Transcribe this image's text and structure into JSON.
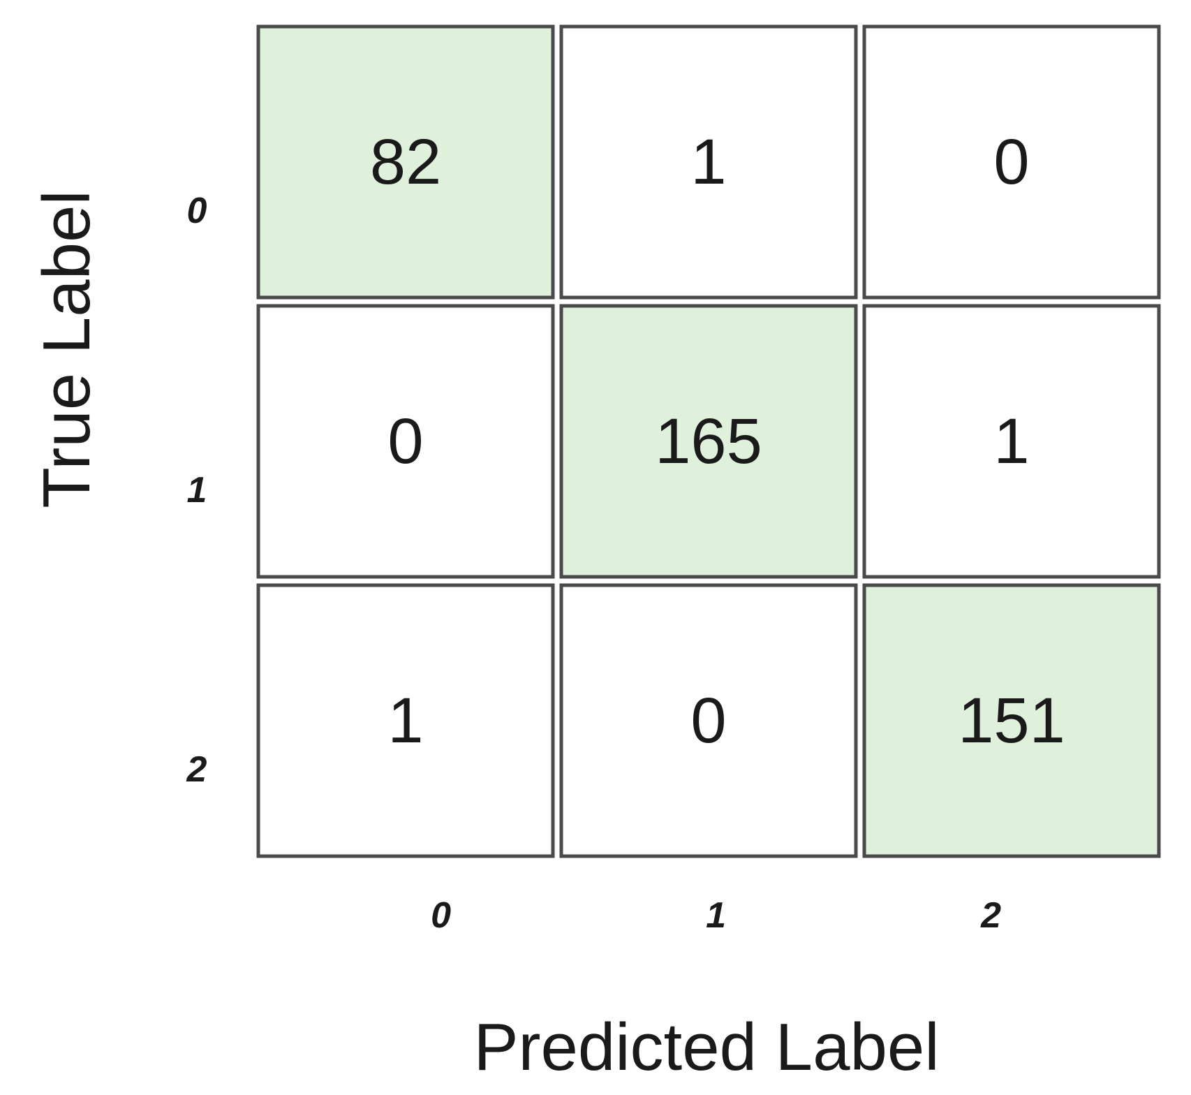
{
  "chart_data": {
    "type": "heatmap",
    "xlabel": "Predicted Label",
    "ylabel": "True Label",
    "x_categories": [
      "0",
      "1",
      "2"
    ],
    "y_categories": [
      "0",
      "1",
      "2"
    ],
    "matrix": [
      [
        82,
        1,
        0
      ],
      [
        0,
        165,
        1
      ],
      [
        1,
        0,
        151
      ]
    ],
    "colors": {
      "diagonal_fill": "#dff0db",
      "off_diagonal_fill": "#ffffff",
      "cell_border": "#4a4a4a",
      "text": "#1a1a1a"
    }
  }
}
